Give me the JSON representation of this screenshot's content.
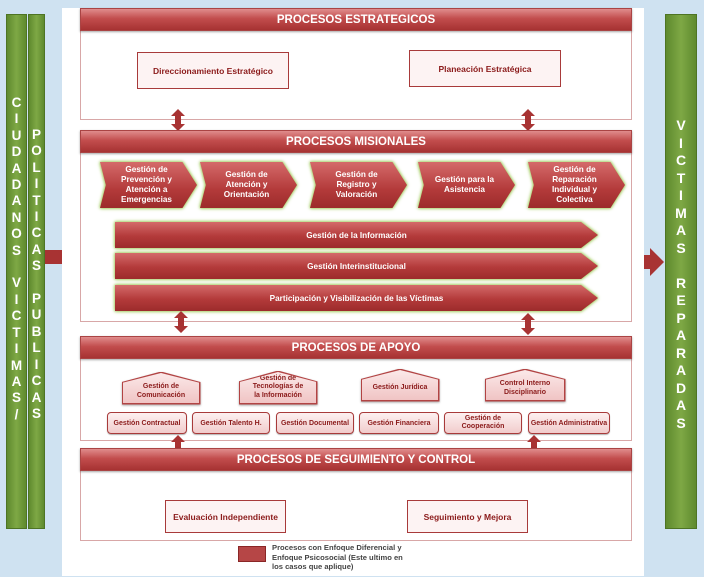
{
  "left_column": {
    "col1": "C\nI\nU\nD\nA\nD\nA\nN\nO\nS\n \nV\nI\nC\nT\nI\nM\nA\nS\n/",
    "col2": "P\nO\nL\nI\nT\nI\nC\nA\nS\n \nP\nU\nB\nL\nI\nC\nA\nS"
  },
  "right_column": {
    "text": "V\nI\nC\nT\nI\nM\nA\nS\n \nR\nE\nP\nA\nR\nA\nD\nA\nS"
  },
  "estrategicos": {
    "title": "PROCESOS ESTRATEGICOS",
    "boxes": [
      "Direccionamiento Estratégico",
      "Planeación Estratégica"
    ]
  },
  "misionales": {
    "title": "PROCESOS MISIONALES",
    "chevrons": [
      "Gestión de\nPrevención y\nAtención a\nEmergencias",
      "Gestión de\nAtención y\nOrientación",
      "Gestión de\nRegistro y\nValoración",
      "Gestión para la\nAsistencia",
      "Gestión de\nReparación\nIndividual y\nColectiva"
    ],
    "bars": [
      "Gestión de la Información",
      "Gestión Interinstitucional",
      "Participación y Visibilización de las Víctimas"
    ]
  },
  "apoyo": {
    "title": "PROCESOS DE APOYO",
    "houses": [
      "Gestión de\nComunicación",
      "Gestión de\nTecnologías de\nla Información",
      "Gestión Jurídica",
      "Control Interno\nDisciplinario"
    ],
    "pills": [
      "Gestión Contractual",
      "Gestión Talento H.",
      "Gestión Documental",
      "Gestión Financiera",
      "Gestión de\nCooperación",
      "Gestión Administrativa"
    ]
  },
  "seguimiento": {
    "title": "PROCESOS DE SEGUIMIENTO Y CONTROL",
    "boxes": [
      "Evaluación Independiente",
      "Seguimiento y Mejora"
    ]
  },
  "legend": {
    "text": "Procesos con Enfoque Diferencial y\nEnfoque Psicosocial (Este ultimo en\nlos casos que aplique)",
    "color": "#b64646"
  },
  "colors": {
    "banner": "#c24d4d",
    "green": "#7ea845",
    "background": "#cfe2f1"
  }
}
